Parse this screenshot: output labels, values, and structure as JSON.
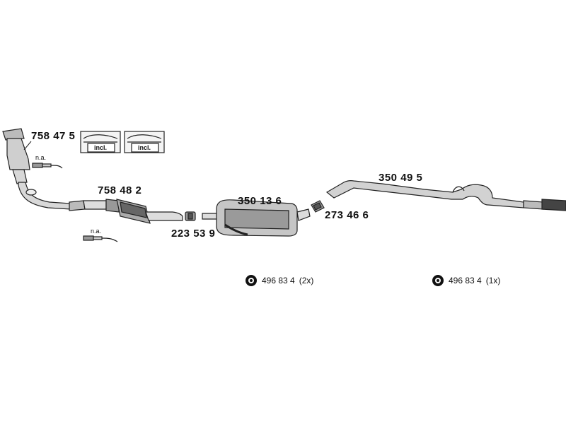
{
  "parts": {
    "catalyst_front": "758 47 5",
    "catalyst_main": "758 48 2",
    "clamp": "223 53 9",
    "middle_silencer": "350 13 6",
    "clamp_rear": "273 46 6",
    "rear_pipe": "350 49 5"
  },
  "notes": {
    "na_top": "n.a.",
    "na_bottom": "n.a.",
    "incl_1": "incl.",
    "incl_2": "incl."
  },
  "legend": [
    {
      "part": "496 83 4",
      "qty": "(2x)"
    },
    {
      "part": "496 83 4",
      "qty": "(1x)"
    }
  ]
}
